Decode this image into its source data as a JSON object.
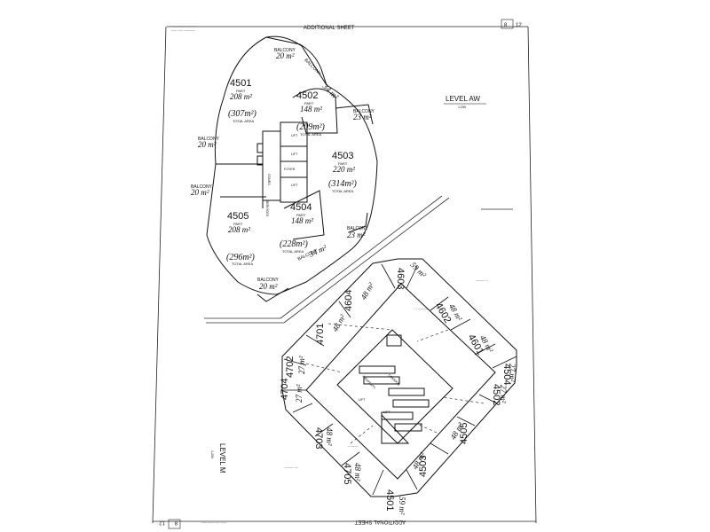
{
  "sheet": {
    "header_title": "ADDITIONAL SHEET",
    "footer_title": "ADDITIONAL SHEET",
    "sheet_no_top": "12",
    "sheet_no_bottom": "12",
    "sheet_page_top": "8",
    "sheet_page_bottom": "8"
  },
  "level_aw": {
    "label": "LEVEL AW",
    "sublabel": "1:250",
    "part_text": "PART",
    "total_area_text": "TOTAL AREA",
    "balcony_text": "BALCONY",
    "lift_text": "LIFT",
    "foyer_text": "FOYER",
    "stairs_text": "STAIRS",
    "services_text": "SERVICES",
    "lots": [
      {
        "id": "4501",
        "area": "208 m²",
        "total": "(307m²)"
      },
      {
        "id": "4502",
        "area": "148 m²",
        "total": "(209m²)"
      },
      {
        "id": "4503",
        "area": "220 m²",
        "total": "(314m²)"
      },
      {
        "id": "4504",
        "area": "148 m²",
        "total": "(228m²)"
      },
      {
        "id": "4505",
        "area": "208 m²",
        "total": "(296m²)"
      }
    ],
    "balconies": [
      "20 m²",
      "34 m²",
      "23 m²",
      "20 m²",
      "20 m²",
      "23 m²",
      "34 m²",
      "20 m²"
    ]
  },
  "level_m": {
    "label": "LEVEL M",
    "sublabel": "1:250",
    "common_text": "COMMON",
    "property_text": "PROPERTY",
    "lift_text": "LIFT",
    "part_text": "PART",
    "lots": [
      {
        "id": "4603",
        "area": "59 m²"
      },
      {
        "id": "4602",
        "area": "48 m²"
      },
      {
        "id": "4601",
        "area": "48 m²"
      },
      {
        "id": "4504",
        "area": "27 m²"
      },
      {
        "id": "4502",
        "area": "27 m²"
      },
      {
        "id": "4505",
        "area": "48 m²"
      },
      {
        "id": "4503",
        "area": "48 m²"
      },
      {
        "id": "4501",
        "area": "59 m²"
      },
      {
        "id": "4705",
        "area": "48 m²"
      },
      {
        "id": "4703",
        "area": "48 m²"
      },
      {
        "id": "4704",
        "area": "27 m²"
      },
      {
        "id": "4702",
        "area": "27 m²"
      },
      {
        "id": "4701",
        "area": "48 m²"
      },
      {
        "id": "4604",
        "area": "48 m²"
      }
    ]
  }
}
